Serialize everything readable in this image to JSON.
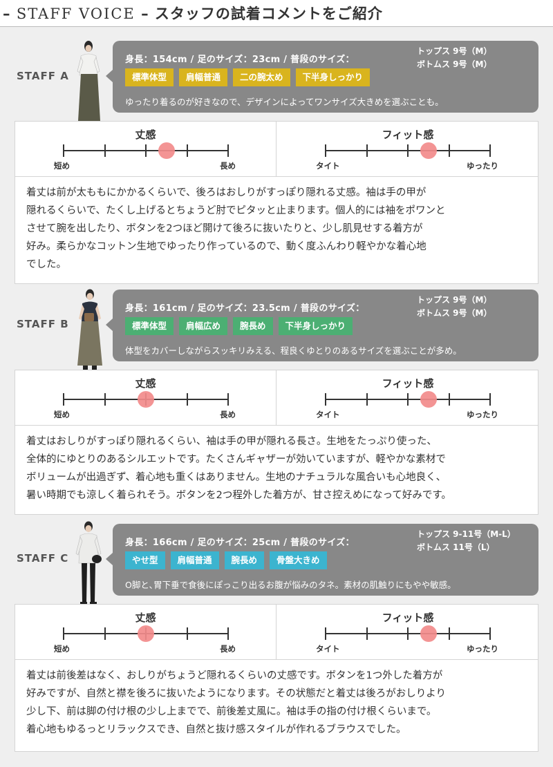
{
  "header": {
    "title_en": "STAFF VOICE",
    "dash": "–",
    "title_ja": "スタッフの試着コメントをご紹介"
  },
  "colors": {
    "bubble_bg": "#888888",
    "tag_yellow": "#d9b41e",
    "tag_green": "#4caf73",
    "tag_blue": "#3cb4cf",
    "dot": "#f28b8b"
  },
  "staff": [
    {
      "label": "STAFF A",
      "stats": "身長：154cm / 足のサイズ：23cm / 普段のサイズ：",
      "size_tops": "トップス 9号（M）",
      "size_bottoms": "ボトムス 9号（M）",
      "tags": [
        "標準体型",
        "肩幅普通",
        "二の腕太め",
        "下半身しっかり"
      ],
      "tag_color": "yellow",
      "desc": "ゆったり着るのが好きなので、デザインによってワンサイズ大きめを選ぶことも。",
      "scale_length": {
        "title": "丈感",
        "left": "短め",
        "right": "長め",
        "value": 0.625
      },
      "scale_fit": {
        "title": "フィット感",
        "left": "タイト",
        "right": "ゆったり",
        "value": 0.625
      },
      "comment": [
        "着丈は前が太ももにかかるくらいで、後ろはおしりがすっぽり隠れる丈感。袖は手の甲が",
        "隠れるくらいで、たくし上げるとちょうど肘でピタッと止まります。個人的には袖をポワンと",
        "させて腕を出したり、ボタンを2つほど開けて後ろに抜いたりと、少し肌見せする着方が",
        "好み。柔らかなコットン生地でゆったり作っているので、動く度ふんわり軽やかな着心地",
        "でした。"
      ]
    },
    {
      "label": "STAFF B",
      "stats": "身長：161cm / 足のサイズ：23.5cm / 普段のサイズ：",
      "size_tops": "トップス 9号（M）",
      "size_bottoms": "ボトムス 9号（M）",
      "tags": [
        "標準体型",
        "肩幅広め",
        "腕長め",
        "下半身しっかり"
      ],
      "tag_color": "green",
      "desc": "体型をカバーしながらスッキリみえる、程良くゆとりのあるサイズを選ぶことが多め。",
      "scale_length": {
        "title": "丈感",
        "left": "短め",
        "right": "長め",
        "value": 0.5
      },
      "scale_fit": {
        "title": "フィット感",
        "left": "タイト",
        "right": "ゆったり",
        "value": 0.625
      },
      "comment": [
        "着丈はおしりがすっぽり隠れるくらい、袖は手の甲が隠れる長さ。生地をたっぷり使った、",
        "全体的にゆとりのあるシルエットです。たくさんギャザーが効いていますが、軽やかな素材で",
        "ボリュームが出過ぎず、着心地も重くはありません。生地のナチュラルな風合いも心地良く、",
        "暑い時期でも涼しく着られそう。ボタンを2つ程外した着方が、甘さ控えめになって好みです。"
      ]
    },
    {
      "label": "STAFF C",
      "stats": "身長：166cm / 足のサイズ：25cm / 普段のサイズ：",
      "size_tops": "トップス 9-11号（M-L）",
      "size_bottoms": "ボトムス 11号（L）",
      "tags": [
        "やせ型",
        "肩幅普通",
        "腕長め",
        "骨盤大きめ"
      ],
      "tag_color": "blue",
      "desc": "O脚と､胃下垂で食後にぽっこり出るお腹が悩みのタネ。素材の肌触りにもやや敏感。",
      "scale_length": {
        "title": "丈感",
        "left": "短め",
        "right": "長め",
        "value": 0.5
      },
      "scale_fit": {
        "title": "フィット感",
        "left": "タイト",
        "right": "ゆったり",
        "value": 0.625
      },
      "comment": [
        "着丈は前後差はなく、おしりがちょうど隠れるくらいの丈感です。ボタンを1つ外した着方が",
        "好みですが、自然と襟を後ろに抜いたようになります。その状態だと着丈は後ろがおしりより",
        "少し下、前は脚の付け根の少し上までで、前後差丈風に。袖は手の指の付け根くらいまで。",
        "着心地もゆるっとリラックスでき、自然と抜け感スタイルが作れるブラウスでした。"
      ]
    }
  ]
}
